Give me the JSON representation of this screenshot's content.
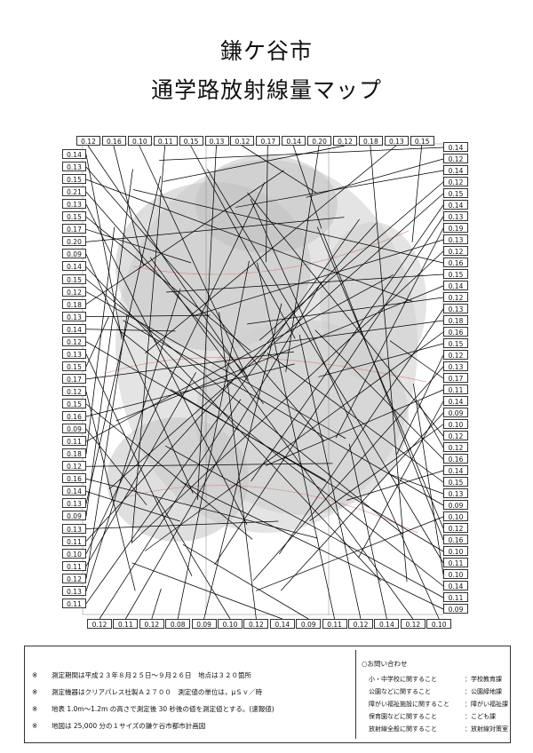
{
  "title": {
    "line1": "鎌ケ谷市",
    "line2": "通学路放射線量マップ"
  },
  "top_values": [
    "0.12",
    "0.16",
    "0.10",
    "0.11",
    "0.15",
    "0.13",
    "0.12",
    "0.17",
    "0.14",
    "0.20",
    "0.12",
    "0.18",
    "0.13",
    "0.15"
  ],
  "bottom_values": [
    "0.12",
    "0.11",
    "0.12",
    "0.08",
    "0.09",
    "0.10",
    "0.12",
    "0.14",
    "0.09",
    "0.11",
    "0.12",
    "0.14",
    "0.12",
    "0.10"
  ],
  "left_values": [
    "0.14",
    "0.13",
    "0.15",
    "0.21",
    "0.13",
    "0.15",
    "0.17",
    "0.20",
    "0.09",
    "0.14",
    "0.15",
    "0.12",
    "0.18",
    "0.13",
    "0.14",
    "0.12",
    "0.13",
    "0.15",
    "0.17",
    "0.12",
    "0.15",
    "0.16",
    "0.09",
    "0.11",
    "0.18",
    "0.12",
    "0.16",
    "0.14",
    "0.13",
    "0.09",
    "0.13",
    "0.11",
    "0.10",
    "0.11",
    "0.12",
    "0.13",
    "0.11"
  ],
  "right_values": [
    "0.14",
    "0.12",
    "0.14",
    "0.12",
    "0.15",
    "0.14",
    "0.13",
    "0.19",
    "0.13",
    "0.12",
    "0.16",
    "0.15",
    "0.14",
    "0.12",
    "0.13",
    "0.18",
    "0.16",
    "0.15",
    "0.12",
    "0.13",
    "0.17",
    "0.11",
    "0.14",
    "0.09",
    "0.10",
    "0.12",
    "0.12",
    "0.16",
    "0.14",
    "0.15",
    "0.13",
    "0.09",
    "0.10",
    "0.12",
    "0.16",
    "0.10",
    "0.11",
    "0.10",
    "0.14",
    "0.11",
    "0.09"
  ],
  "notes": {
    "mark": "※",
    "items": [
      "測定期間は平成２３年８月２５日～９月２６日　地点は３２０箇所",
      "測定機器はクリアパレス社製Ａ２７００　測定値の単位は，μＳｖ／時",
      "地表 1.0m～1.2m の高さで測定後 30 秒後の値を測定値とする。(速報値)",
      "地図は 25,000 分の１サイズの鎌ケ谷市都市計画図"
    ]
  },
  "contact": {
    "heading": "○お問い合わせ",
    "rows": [
      {
        "topic": "小・中学校に関すること",
        "dept": "：学校教育課"
      },
      {
        "topic": "公園などに関すること",
        "dept": "：公園緑地課"
      },
      {
        "topic": "障がい福祉施設に関すること",
        "dept": "：障がい福祉課"
      },
      {
        "topic": "保育園などに関すること",
        "dept": "：こども課"
      },
      {
        "topic": "放射線全般に関すること",
        "dept": "：放射線対策室"
      }
    ]
  }
}
